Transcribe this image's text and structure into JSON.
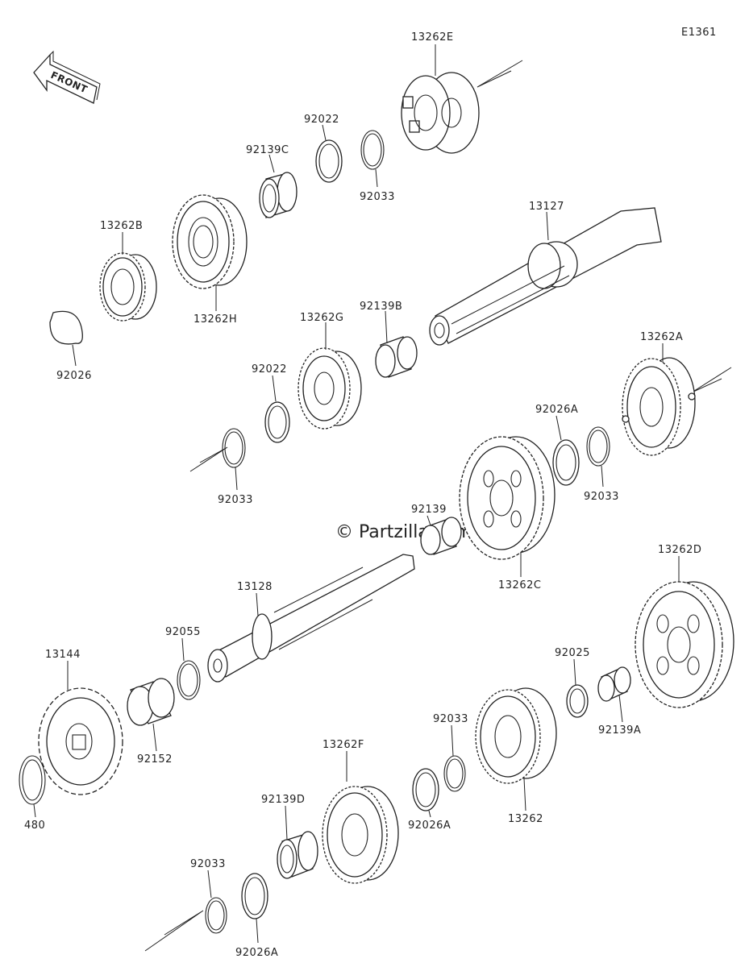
{
  "diagram_id": "E1361",
  "watermark": "© Partzilla.com",
  "front_arrow_label": "FRONT",
  "parts": {
    "p13262E": "13262E",
    "p92022a": "92022",
    "p92139C": "92139C",
    "p92033a": "92033",
    "p13127": "13127",
    "p13262B": "13262B",
    "p13262H": "13262H",
    "p92026": "92026",
    "p13262G": "13262G",
    "p92139B": "92139B",
    "p13262A": "13262A",
    "p92022b": "92022",
    "p92033b": "92033",
    "p92026Aa": "92026A",
    "p92033c": "92033",
    "p92139": "92139",
    "p13262C": "13262C",
    "p13262D": "13262D",
    "p13128": "13128",
    "p92055": "92055",
    "p13144": "13144",
    "p92025": "92025",
    "p92139A": "92139A",
    "p92033d": "92033",
    "p92152": "92152",
    "p13262F": "13262F",
    "p480": "480",
    "p13262": "13262",
    "p92026Ab": "92026A",
    "p92139D": "92139D",
    "p92033e": "92033",
    "p92026Ac": "92026A"
  }
}
